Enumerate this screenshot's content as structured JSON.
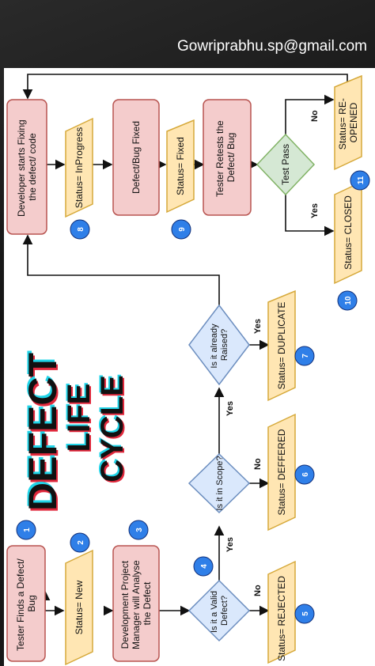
{
  "header": {
    "email": "Gowriprabhu.sp@gmail.com"
  },
  "title": {
    "line1": "DEFECT",
    "line2": "LIFE",
    "line3": "CYCLE"
  },
  "nodes": {
    "tester_finds": [
      "Tester Finds a Defect/",
      "Bug"
    ],
    "status_new": [
      "Status= New"
    ],
    "dev_pm": [
      "Development Project",
      "Manager will Analyse",
      "the Defect"
    ],
    "valid_defect": [
      "Is it a Valid",
      "Defect?"
    ],
    "status_rejected": [
      "Status= REJECTED"
    ],
    "in_scope": [
      "Is it in Scope?"
    ],
    "status_deffered": [
      "Status= DEFFERED"
    ],
    "already_raised": [
      "Is it already",
      "Raised?"
    ],
    "status_duplicate": [
      "Status= DUPLICATE"
    ],
    "dev_fixing": [
      "Developer starts Fixing",
      "the defect/ code"
    ],
    "status_inprogress": [
      "Status= InProgress"
    ],
    "defect_fixed": [
      "Defect/Bug Fixed"
    ],
    "status_fixed": [
      "Status= Fixed"
    ],
    "tester_retests": [
      "Tester Retests the",
      "Defect/ Bug"
    ],
    "test_pass": [
      "Test Pass"
    ],
    "status_closed": [
      "Status= CLOSED"
    ],
    "status_reopened": [
      "Status= RE-",
      "OPENED"
    ]
  },
  "edge_labels": {
    "yes": "Yes",
    "no": "No"
  },
  "badges": [
    "1",
    "2",
    "3",
    "4",
    "5",
    "6",
    "7",
    "8",
    "9",
    "10",
    "11"
  ],
  "colors": {
    "process_fill": "#f4cccc",
    "process_stroke": "#b85450",
    "status_fill": "#ffe6b3",
    "status_stroke": "#d6a93a",
    "decision_fill": "#dae8fc",
    "decision_stroke": "#6c8ebf",
    "pass_fill": "#d5e8d4",
    "pass_stroke": "#82b366",
    "badge_fill": "#2f7fe8",
    "title_color": "#111111",
    "title_shadow_red": "#e0283c",
    "title_shadow_cyan": "#21d4e8"
  }
}
